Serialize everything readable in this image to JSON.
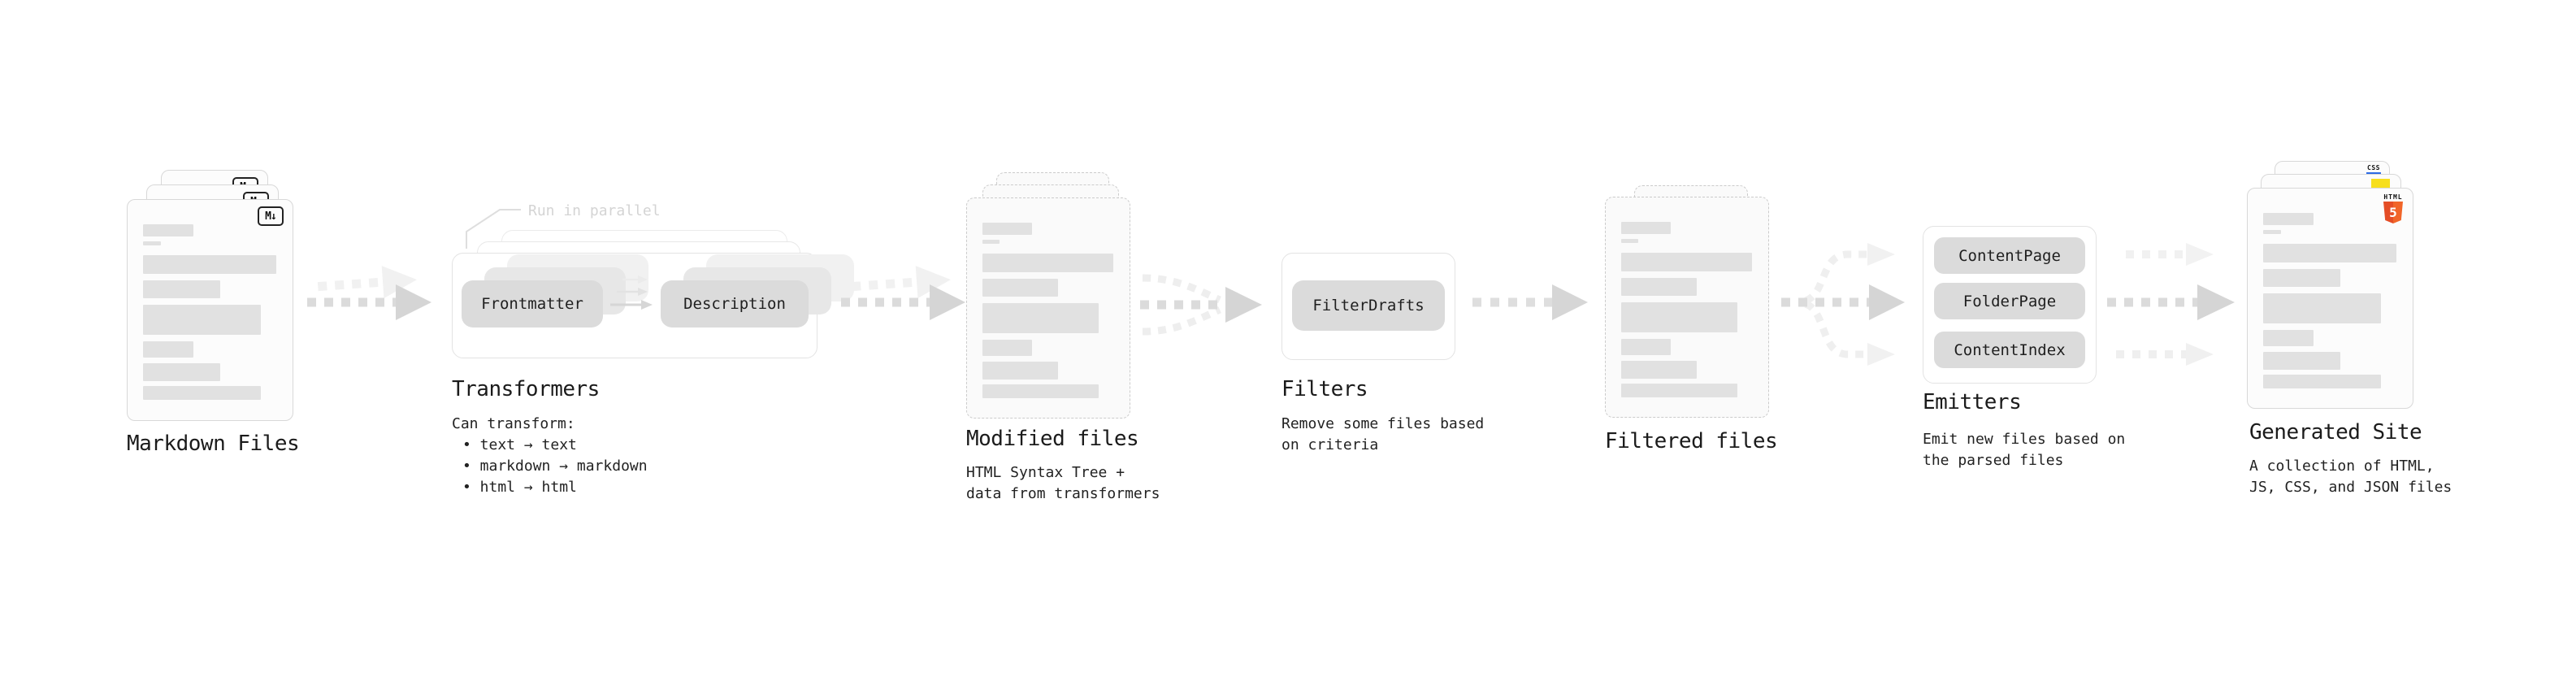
{
  "diagram": {
    "stages": {
      "markdown": {
        "label": "Markdown Files",
        "badge": "M↓"
      },
      "transformers": {
        "label": "Transformers",
        "annotation": "Run in parallel",
        "button_from": "Frontmatter",
        "button_to": "Description",
        "desc_title": "Can transform:",
        "bullets": [
          "• text → text",
          "• markdown → markdown",
          "• html → html"
        ]
      },
      "modified": {
        "label": "Modified files",
        "desc": [
          "HTML Syntax Tree +",
          "data from transformers"
        ]
      },
      "filters": {
        "label": "Filters",
        "button": "FilterDrafts",
        "desc": [
          "Remove some files based",
          "on criteria"
        ]
      },
      "filtered": {
        "label": "Filtered files"
      },
      "emitters": {
        "label": "Emitters",
        "buttons": [
          "ContentPage",
          "FolderPage",
          "ContentIndex"
        ],
        "desc": [
          "Emit new files based on",
          "the parsed files"
        ]
      },
      "generated": {
        "label": "Generated Site",
        "desc": [
          "A collection of HTML,",
          "JS, CSS, and JSON files"
        ],
        "badge_css": "CSS",
        "badge_html": "HTML",
        "badge_html_number": "5"
      }
    },
    "skeleton_bars": [
      {
        "w": 37,
        "h": 15,
        "mt": 0
      },
      {
        "w": 13,
        "h": 5,
        "mt": 6
      },
      {
        "w": 98,
        "h": 23,
        "mt": 12
      },
      {
        "w": 57,
        "h": 22,
        "mt": 8
      },
      {
        "w": 87,
        "h": 37,
        "mt": 8
      },
      {
        "w": 37,
        "h": 20,
        "mt": 8
      },
      {
        "w": 57,
        "h": 22,
        "mt": 7
      },
      {
        "w": 87,
        "h": 17,
        "mt": 6
      }
    ],
    "colors": {
      "accent_js": "#f7df1e",
      "accent_css_underline": "#2d6be5",
      "accent_html_left": "#e44d26",
      "accent_html_right": "#f16529",
      "arrow_dark": "#d9d9d9",
      "arrow_light": "#f0f0f0",
      "annotation_gray": "#d4d4d4"
    }
  }
}
